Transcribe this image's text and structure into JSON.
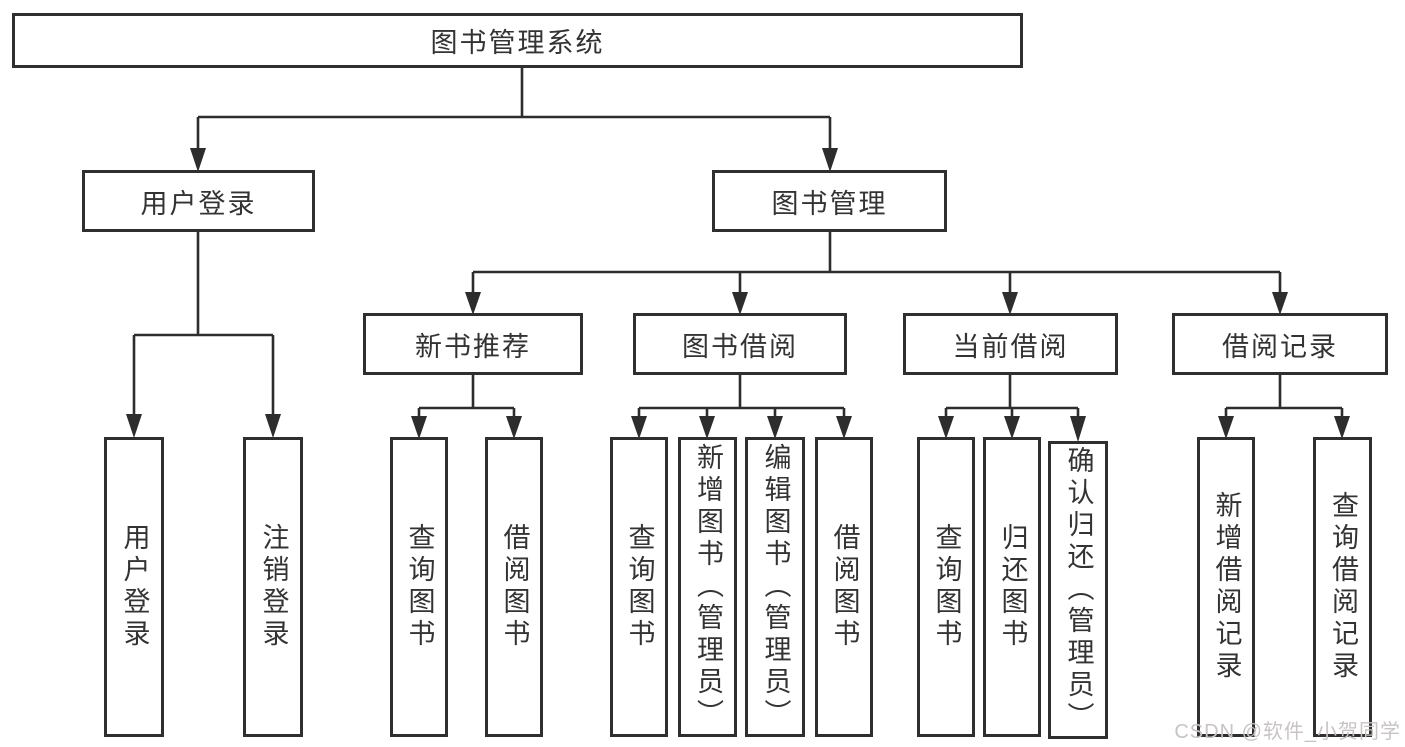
{
  "diagram": {
    "root": {
      "label": "图书管理系统"
    },
    "branches": [
      {
        "label": "用户登录",
        "children": [
          {
            "label": "用户登录"
          },
          {
            "label": "注销登录"
          }
        ]
      },
      {
        "label": "图书管理",
        "sections": [
          {
            "label": "新书推荐",
            "children": [
              {
                "label": "查询图书"
              },
              {
                "label": "借阅图书"
              }
            ]
          },
          {
            "label": "图书借阅",
            "children": [
              {
                "label": "查询图书"
              },
              {
                "label": "新增图书（管理员）"
              },
              {
                "label": "编辑图书（管理员）"
              },
              {
                "label": "借阅图书"
              }
            ]
          },
          {
            "label": "当前借阅",
            "children": [
              {
                "label": "查询图书"
              },
              {
                "label": "归还图书"
              },
              {
                "label": "确认归还（管理员）"
              }
            ]
          },
          {
            "label": "借阅记录",
            "children": [
              {
                "label": "新增借阅记录"
              },
              {
                "label": "查询借阅记录"
              }
            ]
          }
        ]
      }
    ]
  },
  "watermark": {
    "text": "CSDN @软件_小贺同学"
  },
  "colors": {
    "line": "#2d2d2d",
    "border": "#2f2f2f",
    "text": "#333333",
    "background": "#ffffff",
    "watermark": "#c9c3c3"
  }
}
